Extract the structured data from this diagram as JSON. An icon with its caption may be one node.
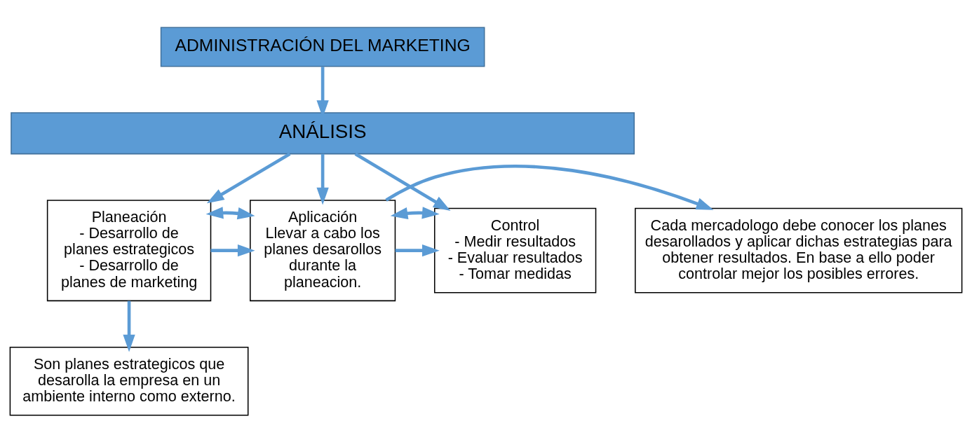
{
  "diagram": {
    "nodes": [
      {
        "text": [
          "ADMINISTRACIÓN DEL MARKETING"
        ]
      },
      {
        "text": [
          "ANÁLISIS"
        ]
      },
      {
        "text": [
          "Planeación",
          "- Desarrollo de planes estrategicos",
          "- Desarrollo de planes de marketing"
        ]
      },
      {
        "text": [
          "Aplicación",
          "Llevar a cabo los planes desarollos durante la planeacion."
        ]
      },
      {
        "text": [
          "Control",
          "- Medir resultados",
          "- Evaluar resultados",
          "- Tomar medidas"
        ]
      },
      {
        "text": [
          "Cada mercadologo debe conocer los planes desarollados y aplicar dichas estrategias para obtener resultados. En base a ello poder controlar mejor los posibles errores."
        ]
      },
      {
        "text": [
          "Son planes estrategicos que desarolla la empresa en un ambiente interno como externo."
        ]
      }
    ],
    "edges": [
      {
        "from": 0,
        "to": 1,
        "arrow": "to"
      },
      {
        "from": 1,
        "to": 2,
        "arrow": "to"
      },
      {
        "from": 1,
        "to": 3,
        "arrow": "to"
      },
      {
        "from": 1,
        "to": 4,
        "arrow": "to"
      },
      {
        "from": 2,
        "to": 3,
        "arrow": "to"
      },
      {
        "from": 3,
        "to": 4,
        "arrow": "to"
      },
      {
        "from": 3,
        "to": 5,
        "arrow": "to"
      },
      {
        "from": 2,
        "to": 6,
        "arrow": "to"
      },
      {
        "from": 2,
        "to": 3,
        "arrow": "both"
      },
      {
        "from": 3,
        "to": 4,
        "arrow": "both"
      }
    ]
  }
}
